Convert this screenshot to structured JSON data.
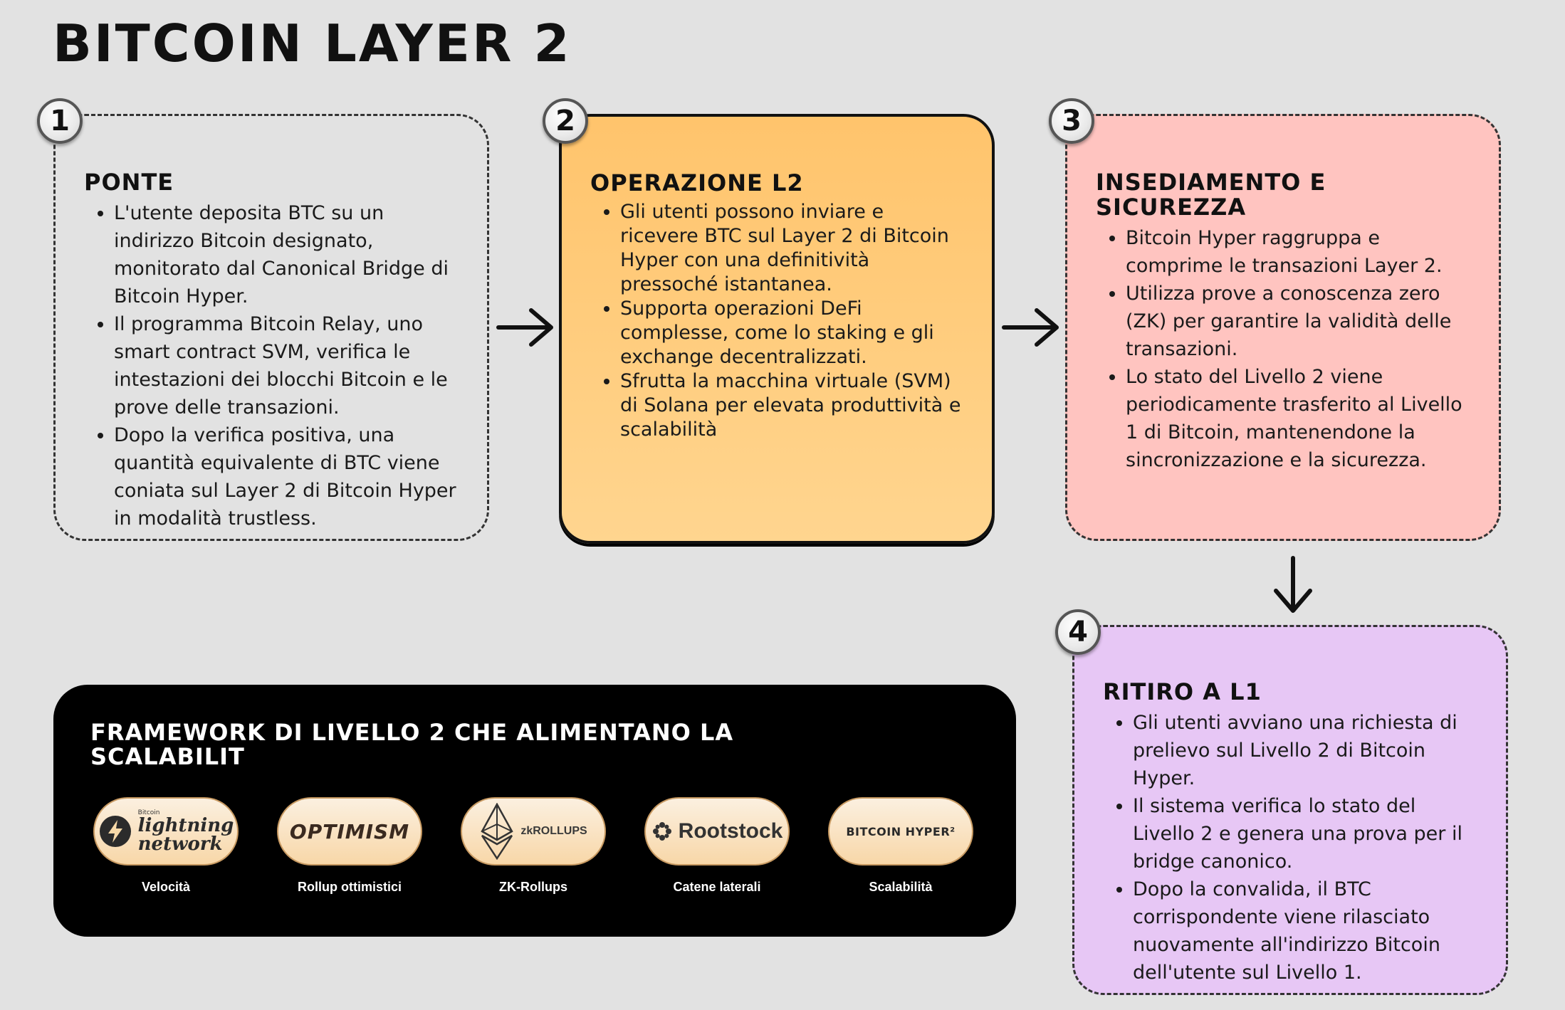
{
  "title": "BITCOIN LAYER 2",
  "steps": [
    {
      "number": "1",
      "heading": "PONTE",
      "bullets": [
        "L'utente deposita BTC su un indirizzo Bitcoin designato, monitorato dal Canonical Bridge di Bitcoin Hyper.",
        "Il programma Bitcoin Relay, uno smart contract SVM, verifica le intestazioni dei blocchi Bitcoin e le prove delle transazioni.",
        "Dopo la verifica positiva, una quantità equivalente di BTC viene coniata sul Layer 2 di Bitcoin Hyper in modalità trustless."
      ],
      "bg": "#e2e2e2"
    },
    {
      "number": "2",
      "heading": "OPERAZIONE L2",
      "bullets": [
        "Gli utenti possono inviare e ricevere BTC sul Layer 2 di Bitcoin Hyper con una definitività pressoché istantanea.",
        "Supporta operazioni DeFi complesse, come lo staking e gli exchange decentralizzati.",
        "Sfrutta la macchina virtuale (SVM) di Solana per elevata produttività e scalabilità"
      ],
      "bg": "#ffc977"
    },
    {
      "number": "3",
      "heading": "INSEDIAMENTO E SICUREZZA",
      "bullets": [
        "Bitcoin Hyper raggruppa e comprime le transazioni Layer 2.",
        "Utilizza prove a conoscenza zero (ZK) per garantire la validità delle transazioni.",
        "Lo stato del Livello 2 viene periodicamente trasferito al Livello 1 di Bitcoin, mantenendone la sincronizzazione e la sicurezza."
      ],
      "bg": "#ffc4c0"
    },
    {
      "number": "4",
      "heading": "RITIRO A L1",
      "bullets": [
        "Gli utenti avviano una richiesta di prelievo sul Livello 2 di Bitcoin Hyper.",
        "Il sistema verifica lo stato del Livello 2 e genera una prova per il bridge canonico.",
        "Dopo la convalida, il BTC corrispondente viene rilasciato nuovamente all'indirizzo Bitcoin dell'utente sul Livello 1."
      ],
      "bg": "#e7c7f5"
    }
  ],
  "framework": {
    "heading": "FRAMEWORK DI LIVELLO 2 CHE ALIMENTANO LA SCALABILIT",
    "items": [
      {
        "logo_small": "Bitcoin",
        "logo_text_1": "lightning",
        "logo_text_2": "network",
        "caption": "Velocità"
      },
      {
        "logo_text": "OPTIMISM",
        "caption": "Rollup ottimistici"
      },
      {
        "logo_text": "zkROLLUPS",
        "caption": "ZK-Rollups"
      },
      {
        "logo_text": "Rootstock",
        "caption": "Catene laterali"
      },
      {
        "logo_text": "BITCOIN HYPER²",
        "caption": "Scalabilità"
      }
    ]
  }
}
